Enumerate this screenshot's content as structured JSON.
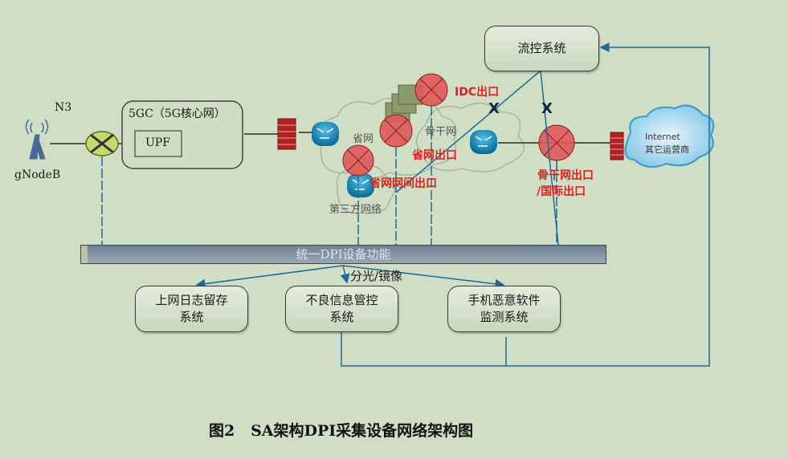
{
  "labels": {
    "n3": "N3",
    "gnodeb": "gNodeB",
    "core": "5GC（5G核心网）",
    "upf": "UPF",
    "flow_control": "流控系统",
    "provincial_net": "省网",
    "backbone_net": "骨干网",
    "third_party_net": "第三方网络",
    "internet_line1": "Internet",
    "internet_line2": "其它运营商",
    "split_mirror": "分光/镜像"
  },
  "exits": {
    "idc": "IDC出口",
    "provincial": "省网出口",
    "inter_provincial": "省网网间出口",
    "backbone_line1": "骨干网出口",
    "backbone_line2": "/国际出口"
  },
  "dpi_bar": {
    "label": "统一DPI设备功能"
  },
  "systems": [
    {
      "line1": "上网日志留存",
      "line2": "系统"
    },
    {
      "line1": "不良信息管控",
      "line2": "系统"
    },
    {
      "line1": "手机恶意软件",
      "line2": "监测系统"
    }
  ],
  "block_marks": [
    "X",
    "X"
  ],
  "caption": "图2   SA架构DPI采集设备网络架构图",
  "colors": {
    "background": "#d0dfc4",
    "exit_label": "#e02020",
    "link_blue": "#1c6a9a",
    "router": "#1a8cc0",
    "exit_node": "#e06060",
    "firewall": "#b22222"
  }
}
